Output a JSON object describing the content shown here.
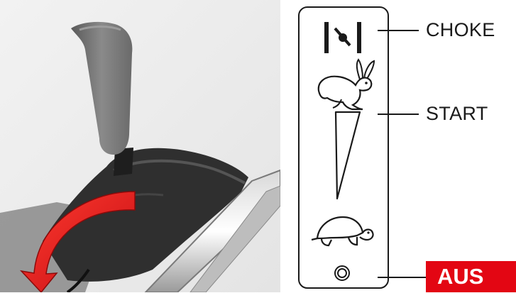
{
  "labels": {
    "choke": "CHOKE",
    "start": "START",
    "off": "AUS"
  },
  "icons": [
    "choke-icon",
    "rabbit-icon",
    "throttle-wedge-icon",
    "turtle-icon",
    "off-circle-icon"
  ],
  "colors": {
    "aus_background": "#e30613",
    "arrow": "#e8151b",
    "text": "#1a1a1a"
  }
}
